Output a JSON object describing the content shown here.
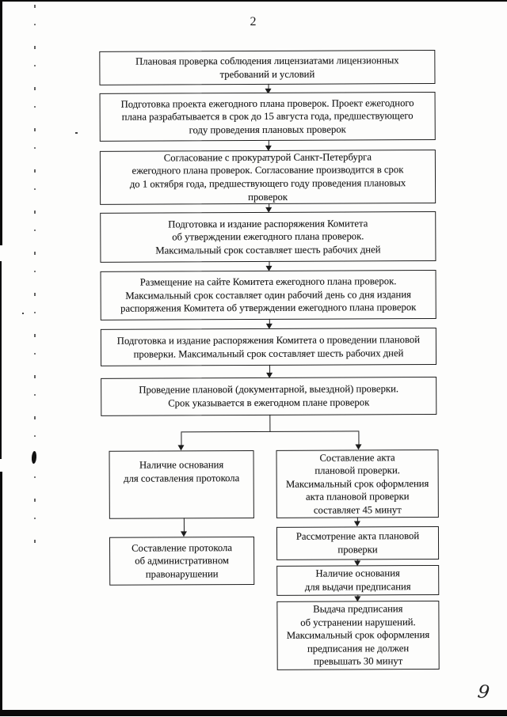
{
  "page": {
    "number": "2",
    "handwritten_mark": "9"
  },
  "flowchart": {
    "main_sequence": [
      {
        "name": "planned-inspection",
        "text": "Плановая проверка соблюдения лицензиатами лицензионных\nтребований и условий"
      },
      {
        "name": "draft-annual-plan",
        "text": "Подготовка проекта ежегодного плана проверок. Проект ежегодного\nплана разрабатывается в срок до 15 августа года, предшествующего\nгоду проведения плановых проверок"
      },
      {
        "name": "prosecutor-approval",
        "text": "Согласование с прокуратурой Санкт-Петербурга\nежегодного плана проверок. Согласование производится в срок\nдо 1 октября года, предшествующего году проведения плановых\nпроверок"
      },
      {
        "name": "plan-approval-order",
        "text": "Подготовка и издание распоряжения Комитета\nоб утверждении ежегодного плана проверок.\nМаксимальный срок составляет шесть рабочих дней"
      },
      {
        "name": "publish-plan-on-website",
        "text": "Размещение на сайте Комитета ежегодного плана проверок.\nМаксимальный срок составляет один рабочий день со дня издания\nраспоряжения Комитета об утверждении ежегодного плана проверок"
      },
      {
        "name": "inspection-order",
        "text": "Подготовка и издание распоряжения Комитета о проведении плановой\nпроверки. Максимальный срок составляет шесть рабочих дней"
      },
      {
        "name": "conduct-inspection",
        "text": "Проведение плановой (документарной, выездной) проверки.\nСрок указывается в ежегодном плане проверок"
      }
    ],
    "branch_left": [
      {
        "name": "protocol-grounds",
        "text": "Наличие основания\nдля составления протокола"
      },
      {
        "name": "draw-up-protocol",
        "text": "Составление протокола\nоб административном\nправонарушении"
      }
    ],
    "branch_right": [
      {
        "name": "draw-up-act",
        "text": "Составление акта\nплановой проверки.\nМаксимальный срок оформления\nакта плановой проверки\nсоставляет 45 минут"
      },
      {
        "name": "review-act",
        "text": "Рассмотрение акта плановой\nпроверки"
      },
      {
        "name": "prescription-grounds",
        "text": "Наличие основания\nдля выдачи предписания"
      },
      {
        "name": "issue-prescription",
        "text": "Выдача предписания\nоб устранении нарушений.\nМаксимальный срок оформления\nпредписания не должен\nпревышать 30 минут"
      }
    ]
  }
}
